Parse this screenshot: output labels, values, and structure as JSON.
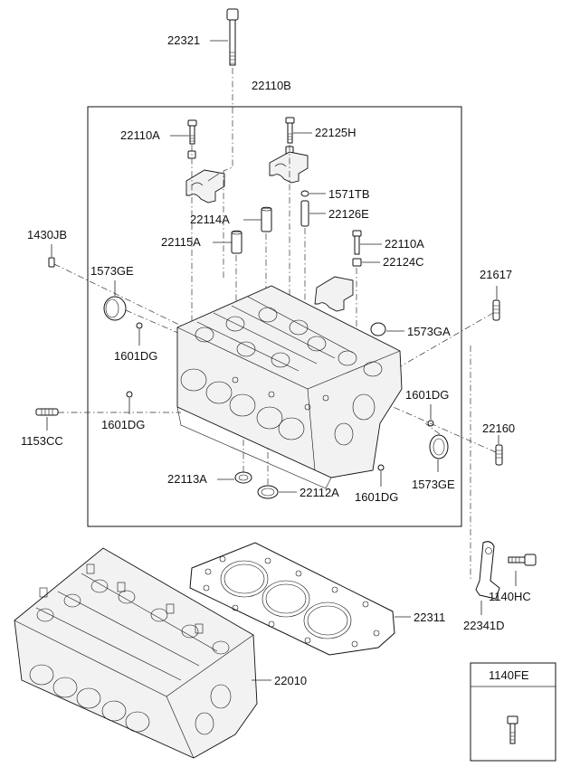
{
  "labels": {
    "p22321": "22321",
    "p22110B": "22110B",
    "p22110A_top": "22110A",
    "p22125H": "22125H",
    "p1571TB": "1571TB",
    "p22114A": "22114A",
    "p22126E": "22126E",
    "p22115A": "22115A",
    "p22110A_mid": "22110A",
    "p22124C": "22124C",
    "p1430JB": "1430JB",
    "p1573GE_left": "1573GE",
    "p21617": "21617",
    "p1573GA": "1573GA",
    "p1601DG_1": "1601DG",
    "p1601DG_2": "1601DG",
    "p1601DG_3": "1601DG",
    "p1601DG_4": "1601DG",
    "p22160": "22160",
    "p1153CC": "1153CC",
    "p1573GE_right": "1573GE",
    "p22113A": "22113A",
    "p22112A": "22112A",
    "p1140HC": "1140HC",
    "p22341D": "22341D",
    "p22311": "22311",
    "p22010": "22010",
    "p1140FE": "1140FE"
  }
}
